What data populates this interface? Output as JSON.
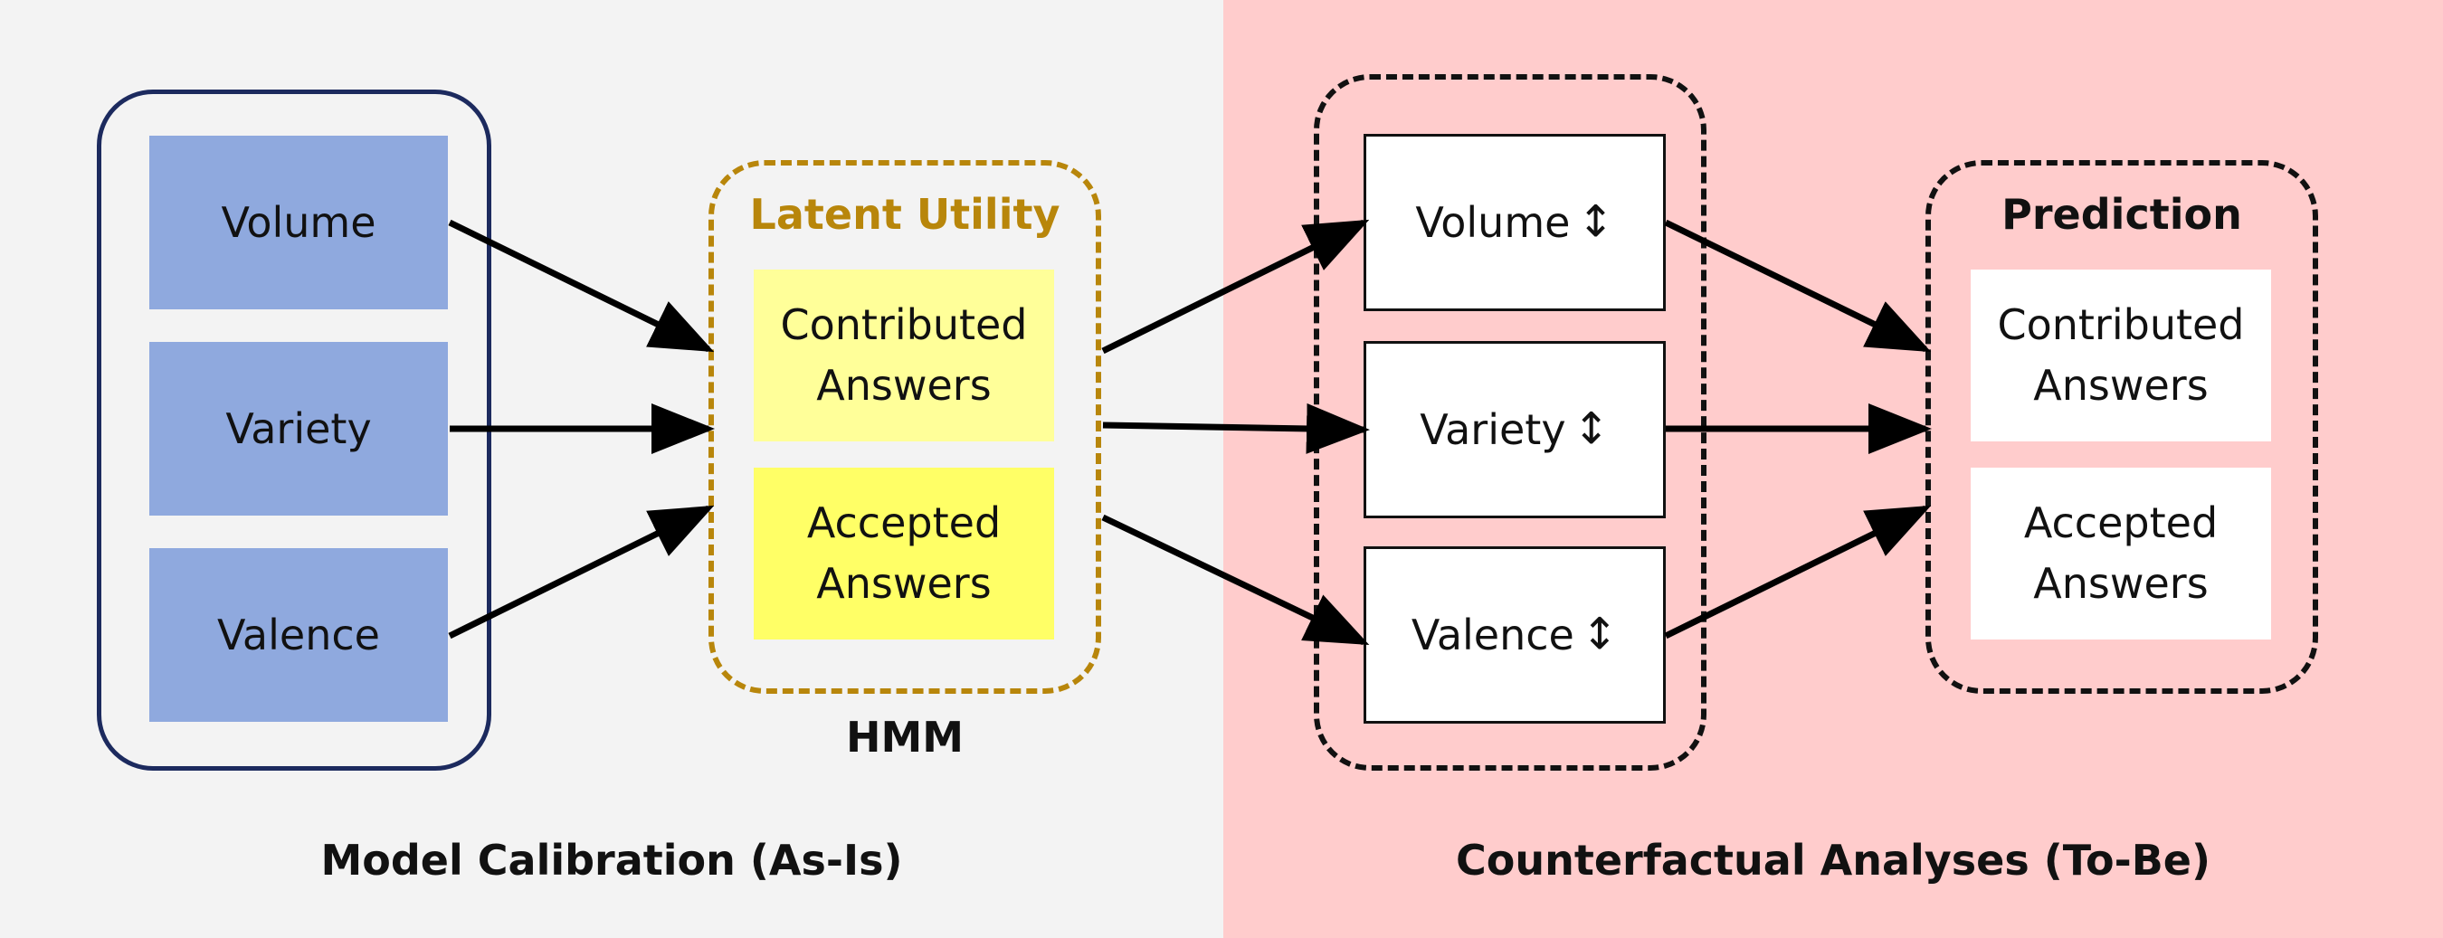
{
  "panels": {
    "left_caption": "Model Calibration (As-Is)",
    "right_caption": "Counterfactual Analyses (To-Be)"
  },
  "inputs": [
    "Volume",
    "Variety",
    "Valence"
  ],
  "hmm": {
    "title": "Latent Utility",
    "label": "HMM",
    "states": [
      "Contributed\nAnswers",
      "Accepted\nAnswers"
    ]
  },
  "counterfactual": {
    "items": [
      "Volume",
      "Variety",
      "Valence"
    ],
    "change_icon": "↕"
  },
  "prediction": {
    "title": "Prediction",
    "outputs": [
      "Contributed\nAnswers",
      "Accepted\nAnswers"
    ]
  },
  "colors": {
    "left_bg": "#f3f3f3",
    "right_bg": "#ffcccc",
    "input_box": "#8fa9de",
    "input_group_border": "#1c2a5e",
    "hmm_border": "#b8860b",
    "hmm_title": "#b8860b",
    "contributed_box": "#ffff99",
    "accepted_box": "#ffff66"
  }
}
